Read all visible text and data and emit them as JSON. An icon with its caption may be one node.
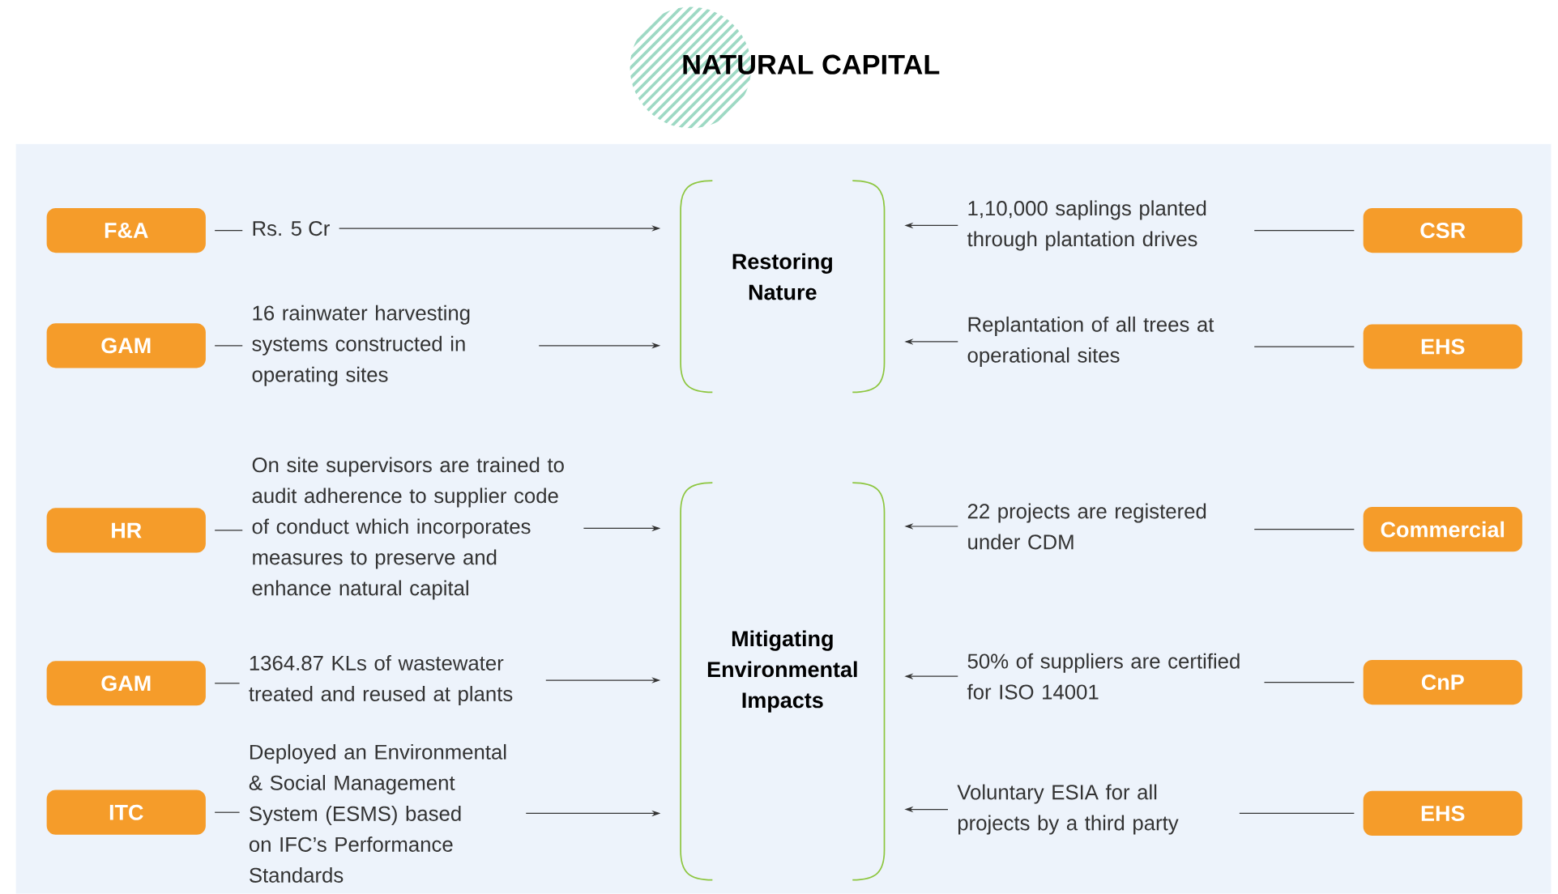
{
  "diagram": {
    "title": "NATURAL CAPITAL",
    "nodes": [
      {
        "text": [
          "F&A"
        ]
      },
      {
        "text": [
          "Rs. 5 Cr"
        ]
      },
      {
        "text": [
          "GAM"
        ]
      },
      {
        "text": [
          "16 rainwater harvesting systems constructed in operating sites"
        ]
      },
      {
        "text": [
          "HR"
        ]
      },
      {
        "text": [
          "On site supervisors are trained to audit adherence to supplier code of conduct which incorporates measures to preserve and enhance natural capital"
        ]
      },
      {
        "text": [
          "GAM"
        ]
      },
      {
        "text": [
          "1364.87 KLs of wastewater treated and reused at plants"
        ]
      },
      {
        "text": [
          "ITC"
        ]
      },
      {
        "text": [
          "Deployed an Environmental & Social Management System (ESMS) based on IFC’s Performance Standards"
        ]
      },
      {
        "text": [
          "Restoring Nature"
        ]
      },
      {
        "text": [
          "Mitigating Environmental Impacts"
        ]
      },
      {
        "text": [
          "1,10,000 saplings planted through plantation drives"
        ]
      },
      {
        "text": [
          "CSR"
        ]
      },
      {
        "text": [
          "Replantation of all trees at operational sites"
        ]
      },
      {
        "text": [
          "EHS"
        ]
      },
      {
        "text": [
          "22 projects are registered under CDM"
        ]
      },
      {
        "text": [
          "Commercial"
        ]
      },
      {
        "text": [
          "50% of suppliers are certified for ISO 14001"
        ]
      },
      {
        "text": [
          "CnP"
        ]
      },
      {
        "text": [
          "Voluntary ESIA for all projects by a third party"
        ]
      },
      {
        "text": [
          "EHS"
        ]
      }
    ],
    "edges": [
      {
        "from": 0,
        "to": 1,
        "arrow": "none"
      },
      {
        "from": 2,
        "to": 3,
        "arrow": "none"
      },
      {
        "from": 4,
        "to": 5,
        "arrow": "none"
      },
      {
        "from": 6,
        "to": 7,
        "arrow": "none"
      },
      {
        "from": 8,
        "to": 9,
        "arrow": "none"
      },
      {
        "from": 1,
        "to": 10,
        "arrow": "to"
      },
      {
        "from": 3,
        "to": 10,
        "arrow": "to"
      },
      {
        "from": 5,
        "to": 11,
        "arrow": "to"
      },
      {
        "from": 7,
        "to": 11,
        "arrow": "to"
      },
      {
        "from": 9,
        "to": 11,
        "arrow": "to"
      },
      {
        "from": 13,
        "to": 12,
        "arrow": "none"
      },
      {
        "from": 15,
        "to": 14,
        "arrow": "none"
      },
      {
        "from": 17,
        "to": 16,
        "arrow": "none"
      },
      {
        "from": 19,
        "to": 18,
        "arrow": "none"
      },
      {
        "from": 21,
        "to": 20,
        "arrow": "none"
      },
      {
        "from": 12,
        "to": 10,
        "arrow": "to"
      },
      {
        "from": 14,
        "to": 10,
        "arrow": "to"
      },
      {
        "from": 16,
        "to": 11,
        "arrow": "to"
      },
      {
        "from": 18,
        "to": 11,
        "arrow": "to"
      },
      {
        "from": 20,
        "to": 11,
        "arrow": "to"
      }
    ]
  }
}
